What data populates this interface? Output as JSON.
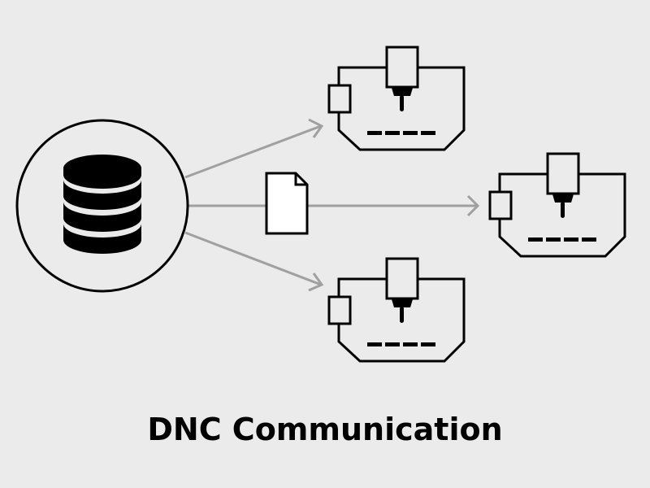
{
  "title": "DNC Communication",
  "colors": {
    "background": "#ebebeb",
    "stroke": "#000000",
    "arrow": "#a0a0a0",
    "document_fill": "#ffffff"
  },
  "nodes": {
    "source": {
      "label": "database",
      "icon": "database-icon"
    },
    "payload": {
      "label": "file",
      "icon": "document-icon"
    },
    "machines": [
      {
        "id": "machine-1",
        "icon": "cnc-machine-icon"
      },
      {
        "id": "machine-2",
        "icon": "cnc-machine-icon"
      },
      {
        "id": "machine-3",
        "icon": "cnc-machine-icon"
      }
    ]
  },
  "edges": [
    {
      "from": "source",
      "to": "machine-1"
    },
    {
      "from": "source",
      "to": "machine-2",
      "via": "payload"
    },
    {
      "from": "source",
      "to": "machine-3"
    }
  ]
}
